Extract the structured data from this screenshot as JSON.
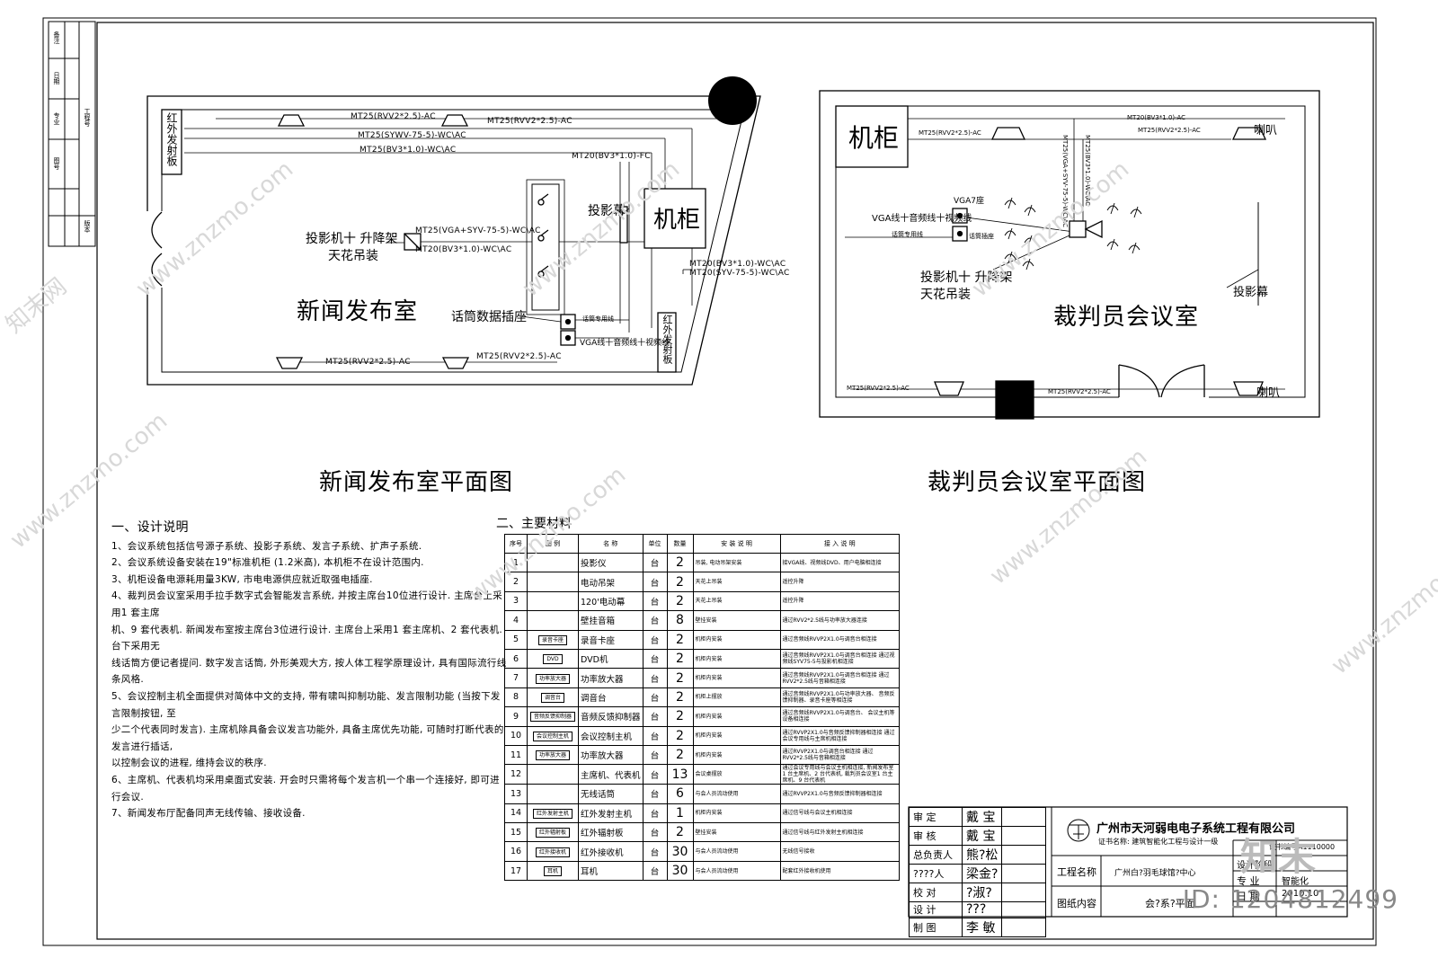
{
  "rooms": {
    "left": {
      "name": "新闻发布室",
      "plan_title": "新闻发布室平面图",
      "cabinet": "机柜",
      "ir_emitter": "红外发射板",
      "ir_emitter2": "红外发射板",
      "projector_label_1": "投影机十 升降架",
      "projector_label_2": "天花吊装",
      "screen_label": "投影幕",
      "mic_socket_label": "话筒数据插座",
      "socket_mic": "话筒专用线",
      "socket_vga": "VGA线十音频线十视频线",
      "cables": {
        "c1": "MT25(RVV2*2.5)-AC",
        "c2": "MT25(RVV2*2.5)-AC",
        "c3": "MT25(SYWV-75-5)-WC\\AC",
        "c4": "MT25(BV3*1.0)-WC\\AC",
        "c5": "MT20(BV3*1.0)-FC",
        "c6": "MT25(VGA+SYV-75-5)-WC\\AC",
        "c7": "MT20(BV3*1.0)-WC\\AC",
        "c8": "MT20(BV3*1.0)-WC\\AC",
        "c9": "MT20(SYV-75-5)-WC\\AC",
        "c10": "MT25(RVV2*2.5)-AC",
        "c11": "MT25(RVV2*2.5)-AC"
      }
    },
    "right": {
      "name": "裁判员会议室",
      "plan_title": "裁判员会议室平面图",
      "cabinet": "机柜",
      "speaker_1": "喇叭",
      "speaker_2": "喇叭",
      "vga_socket": "VGA7座",
      "vga_label": "VGA线十音频线十视频线",
      "mic_line": "话筒专用线",
      "mic_socket": "话筒插座",
      "projector_label_1": "投影机十 升降架",
      "projector_label_2": "天花吊装",
      "screen_label": "投影幕",
      "cables": {
        "c1": "MT25(RVV2*2.5)-AC",
        "c2": "MT20(BV3*1.0)-AC",
        "c3": "MT25(RVV2*2.5)-AC",
        "c4": "MT25(VGA+SYV-75-5)-WC\\AC",
        "c5": "MT25(BV3*1.0)-WC\\AC",
        "c6": "MT25(RVV2*2.5)-AC",
        "c7": "MT25(RVV2*2.5)-AC"
      }
    }
  },
  "notes": {
    "title": "一、设计说明",
    "items": [
      "1、会议系统包括信号源子系统、投影子系统、发言子系统、扩声子系统.",
      "2、会议系统设备安装在19\"标准机柜 (1.2米高), 本机柜不在设计范围内.",
      "3、机柜设备电源耗用量3KW, 市电电源供应就近取强电插座.",
      "4、裁判员会议室采用手拉手数字式会智能发言系统, 并按主席台10位进行设计. 主席台上采用1 套主席",
      "机、9 套代表机. 新闻发布室按主席台3位进行设计. 主席台上采用1 套主席机、2 套代表机. 台下采用无",
      "线话筒方便记者提问. 数字发言话筒, 外形美观大方, 按人体工程学原理设计, 具有国际流行线条风格.",
      "5、会议控制主机全面提供对简体中文的支持, 带有啸叫抑制功能、发言限制功能 (当按下发言限制按钮, 至",
      "少二个代表同时发言). 主席机除具备会议发言功能外, 具备主席优先功能, 可随时打断代表的发言进行插话,",
      "以控制会议的进程, 维持会议的秩序.",
      "6、主席机、代表机均采用桌面式安装. 开会时只需将每个发言机一个串一个连接好, 即可进行会议.",
      "7、新闻发布厅配备同声无线传输、接收设备."
    ]
  },
  "materials": {
    "title": "二、主要材料",
    "headers": [
      "序号",
      "图 例",
      "名 称",
      "单位",
      "数量",
      "安 装 说 明",
      "接 入 说 明"
    ],
    "rows": [
      {
        "no": "1",
        "sym": "",
        "name": "投影仪",
        "unit": "台",
        "qty": "2",
        "install": "吊装, 电动吊架安装",
        "conn": "接VGA线、视频线DVD、用户电脑相连接"
      },
      {
        "no": "2",
        "sym": "",
        "name": "电动吊架",
        "unit": "台",
        "qty": "2",
        "install": "天花上吊装",
        "conn": "遥控升降"
      },
      {
        "no": "3",
        "sym": "",
        "name": "120'电动幕",
        "unit": "台",
        "qty": "2",
        "install": "天花上吊装",
        "conn": "遥控升降"
      },
      {
        "no": "4",
        "sym": "",
        "name": "壁挂音箱",
        "unit": "台",
        "qty": "8",
        "install": "壁挂安装",
        "conn": "通过RVV2*2.5线与功率放大器连接"
      },
      {
        "no": "5",
        "sym": "录音卡座",
        "name": "录音卡座",
        "unit": "台",
        "qty": "2",
        "install": "机柜内安装",
        "conn": "通过音频线RVVP2X1.0与调音台相连接"
      },
      {
        "no": "6",
        "sym": "DVD",
        "name": "DVD机",
        "unit": "台",
        "qty": "2",
        "install": "机柜内安装",
        "conn": "通过音频线RVVP2X1.0与调音台相连接 通过视频线SYV75-5与投影机相连接"
      },
      {
        "no": "7",
        "sym": "功率放大器",
        "name": "功率放大器",
        "unit": "台",
        "qty": "2",
        "install": "机柜内安装",
        "conn": "通过音频线RVVP2X1.0与调音台相连接 通过RVV2*2.5线与音箱相连接"
      },
      {
        "no": "8",
        "sym": "调音台",
        "name": "调音台",
        "unit": "台",
        "qty": "2",
        "install": "机柜上摆放",
        "conn": "通过音频线RVVP2X1.0与功率放大器、 音频反馈抑制器、录音卡座等相连接"
      },
      {
        "no": "9",
        "sym": "音频反馈抑制器",
        "name": "音频反馈抑制器",
        "unit": "台",
        "qty": "2",
        "install": "机柜内安装",
        "conn": "通过音频线RVVP2X1.0与调音台、 会议主机等设备相连接"
      },
      {
        "no": "10",
        "sym": "会议控制主机",
        "name": "会议控制主机",
        "unit": "台",
        "qty": "2",
        "install": "机柜内安装",
        "conn": "通过RVVP2X1.0与音频反馈抑制器相连接 通过会议专用线与主席机相连接"
      },
      {
        "no": "11",
        "sym": "功率放大器",
        "name": "功率放大器",
        "unit": "台",
        "qty": "2",
        "install": "机柜内安装",
        "conn": "通过RVVP2X1.0与调音台相连接 通过RVV2*2.5线与音箱相连接"
      },
      {
        "no": "12",
        "sym": "",
        "name": "主席机、代表机",
        "unit": "台",
        "qty": "13",
        "install": "会议桌摆放",
        "conn": "通过会议专用线与会议主机相连接, 新闻发布室1 台主席机、2 台代表机, 裁判员会议室1 台主席机、9 台代表机"
      },
      {
        "no": "13",
        "sym": "",
        "name": "无线话筒",
        "unit": "台",
        "qty": "6",
        "install": "与会人员流动使用",
        "conn": "通过RVVP2X1.0与音频反馈抑制器相连接"
      },
      {
        "no": "14",
        "sym": "红外发射主机",
        "name": "红外发射主机",
        "unit": "台",
        "qty": "1",
        "install": "机柜内安装",
        "conn": "通过信号线与会议主机相连接"
      },
      {
        "no": "15",
        "sym": "红外辐射板",
        "name": "红外辐射板",
        "unit": "台",
        "qty": "2",
        "install": "壁挂安装",
        "conn": "通过信号线与红外发射主机相连接"
      },
      {
        "no": "16",
        "sym": "红外接收机",
        "name": "红外接收机",
        "unit": "台",
        "qty": "30",
        "install": "与会人员流动使用",
        "conn": "无线信号接收"
      },
      {
        "no": "17",
        "sym": "耳机",
        "name": "耳机",
        "unit": "台",
        "qty": "30",
        "install": "与会人员流动使用",
        "conn": "配套红外接收机使用"
      }
    ]
  },
  "title_block": {
    "company": "广州市天河弱电电子系统工程有限公司",
    "cert": "证书名称: 建筑智能化工程与设计一级",
    "cert_no": "证书编号A1110000",
    "rows": [
      {
        "role": "审 定",
        "name": "戴 宝"
      },
      {
        "role": "审 核",
        "name": "戴 宝"
      },
      {
        "role": "总负责人",
        "name": "熊?松"
      },
      {
        "role": "????人",
        "name": "梁金?"
      },
      {
        "role": "校 对",
        "name": "?淑?"
      },
      {
        "role": "设 计",
        "name": "???"
      },
      {
        "role": "制 图",
        "name": "李 敏"
      }
    ],
    "project_label": "工程名称",
    "project_value": "广州白?羽毛球馆?中心",
    "content_label": "图纸内容",
    "content_value": "会?系?平面",
    "design_stage": "设计阶段",
    "discipline_label": "专 业",
    "discipline_value": "智能化",
    "date_label": "日 期",
    "date_value": "2010.10"
  },
  "left_strip": [
    "备注",
    "日期",
    "专业",
    "工程号",
    "图号",
    "版本"
  ],
  "watermark": "www.znzmo.com",
  "watermark_brand": "知末网",
  "id_tag": "ID: 1204812499",
  "logo_text": "知末"
}
